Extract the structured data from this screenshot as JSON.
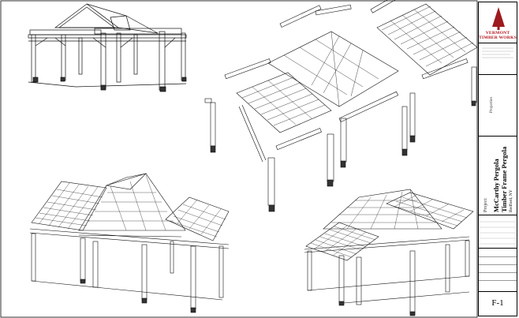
{
  "title_block": {
    "company_line1": "VERMONT",
    "company_line2": "TIMBER WORKS",
    "project_tag": "Project:",
    "project_name": "McCarthy Pergola",
    "project_subtitle": "Timber Frame Pergola",
    "project_location": "Bedford, NY",
    "properties_label": "Properties",
    "sheet_number": "F-1"
  },
  "drawings": [
    {
      "name": "perspective-view-top-left"
    },
    {
      "name": "exploded-frame-view"
    },
    {
      "name": "rafter-perspective-bottom-left"
    },
    {
      "name": "rafter-perspective-bottom-right"
    }
  ]
}
